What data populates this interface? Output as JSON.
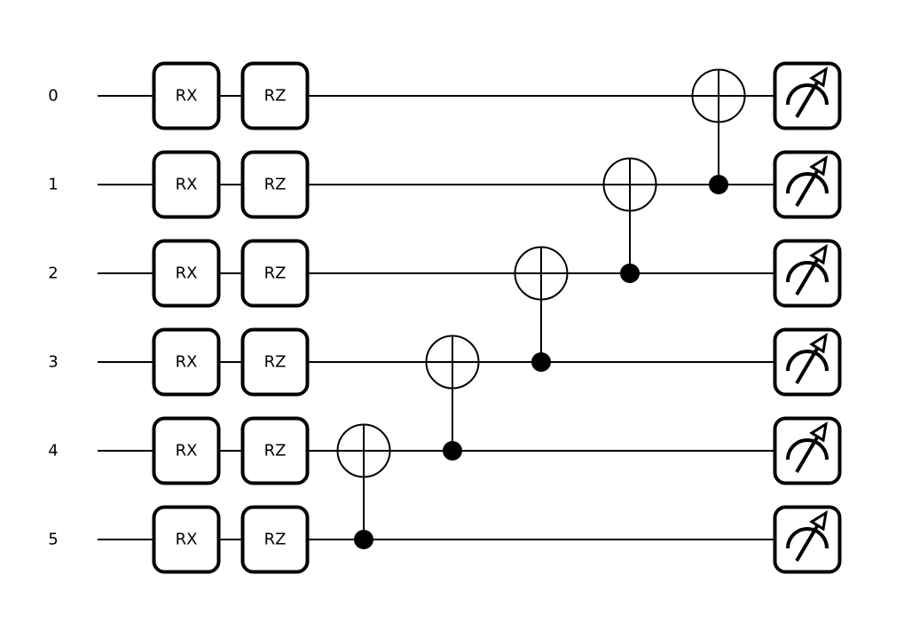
{
  "qubits": [
    {
      "label": "0"
    },
    {
      "label": "1"
    },
    {
      "label": "2"
    },
    {
      "label": "3"
    },
    {
      "label": "4"
    },
    {
      "label": "5"
    }
  ],
  "gates": [
    {
      "name": "RX",
      "step": 0
    },
    {
      "name": "RZ",
      "step": 1
    }
  ],
  "cnots": [
    {
      "control": 5,
      "target": 4,
      "step": 2
    },
    {
      "control": 4,
      "target": 3,
      "step": 3
    },
    {
      "control": 3,
      "target": 2,
      "step": 4
    },
    {
      "control": 2,
      "target": 1,
      "step": 5
    },
    {
      "control": 1,
      "target": 0,
      "step": 6
    }
  ],
  "measure": {
    "step": 7,
    "icon": "measurement-meter-icon"
  },
  "colors": {
    "line": "#000000",
    "background": "#ffffff"
  }
}
